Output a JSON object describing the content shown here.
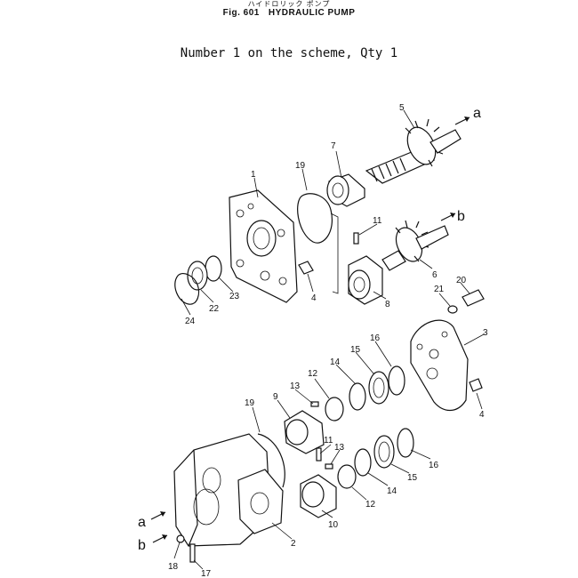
{
  "header": {
    "japanese_title": "ハイドロリック ポンプ",
    "figure_number": "Fig. 601",
    "title": "HYDRAULIC PUMP"
  },
  "subtitle": "Number 1 on the scheme, Qty 1",
  "callouts": [
    "1",
    "2",
    "3",
    "4",
    "4",
    "5",
    "6",
    "7",
    "8",
    "9",
    "10",
    "11",
    "11",
    "12",
    "12",
    "13",
    "13",
    "14",
    "14",
    "15",
    "15",
    "16",
    "16",
    "17",
    "18",
    "19",
    "19",
    "20",
    "21",
    "22",
    "23",
    "24"
  ],
  "direction_labels": {
    "a": "a",
    "b": "b"
  }
}
